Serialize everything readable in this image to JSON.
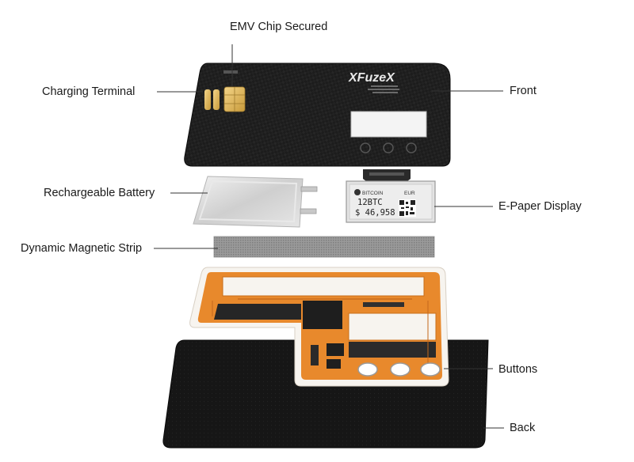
{
  "labels": {
    "emv_chip": "EMV Chip Secured",
    "charging_terminal": "Charging Terminal",
    "front": "Front",
    "battery": "Rechargeable Battery",
    "epaper": "E-Paper Display",
    "magstrip": "Dynamic Magnetic Strip",
    "buttons": "Buttons",
    "back": "Back"
  },
  "card_front": {
    "brand": "Fuze",
    "brand_prefix": "X",
    "brand_suffix": "X"
  },
  "epaper_screen": {
    "coin_name": "BITCOIN",
    "currency": "EUR",
    "amount": "12BTC",
    "value": "$ 46,958"
  },
  "colors": {
    "card": "#1c1c1c",
    "pcb_orange": "#e8892c",
    "battery_silver": "#d9d9d9",
    "leader_line": "#333333"
  }
}
